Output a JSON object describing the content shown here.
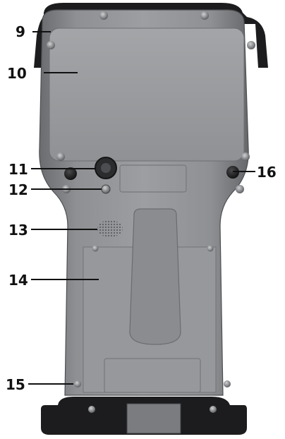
{
  "callouts": [
    {
      "id": "9",
      "label": "9"
    },
    {
      "id": "10",
      "label": "10"
    },
    {
      "id": "11",
      "label": "11"
    },
    {
      "id": "12",
      "label": "12"
    },
    {
      "id": "13",
      "label": "13"
    },
    {
      "id": "14",
      "label": "14"
    },
    {
      "id": "15",
      "label": "15"
    },
    {
      "id": "16",
      "label": "16"
    }
  ],
  "colors": {
    "body": "#8a8c8f",
    "body_dark": "#5b5d60",
    "panel": "#9a9c9f",
    "bumper": "#1c1c1e",
    "leader": "#111111"
  }
}
